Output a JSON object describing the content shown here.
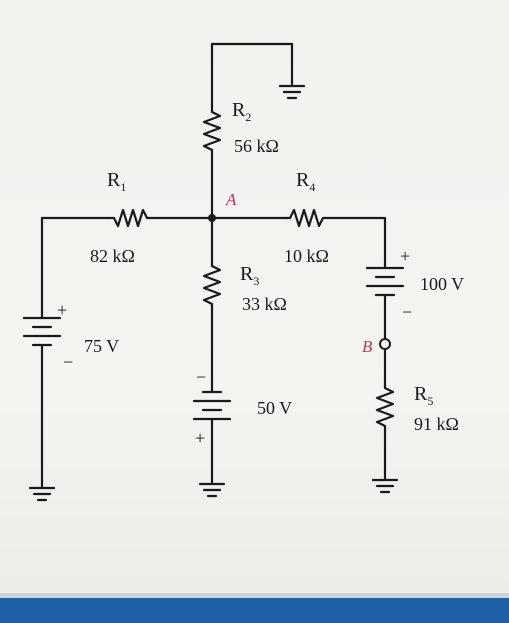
{
  "components": {
    "r1": {
      "name": "R",
      "sub": "1",
      "value": "82 kΩ"
    },
    "r2": {
      "name": "R",
      "sub": "2",
      "value": "56 kΩ"
    },
    "r3": {
      "name": "R",
      "sub": "3",
      "value": "33 kΩ"
    },
    "r4": {
      "name": "R",
      "sub": "4",
      "value": "10 kΩ"
    },
    "r5": {
      "name": "R",
      "sub": "5",
      "value": "91 kΩ"
    },
    "v1": {
      "value": "75 V",
      "plus": "+",
      "minus": "−"
    },
    "v2": {
      "value": "50 V",
      "plus": "+",
      "minus": "−"
    },
    "v3": {
      "value": "100 V",
      "plus": "+",
      "minus": "−"
    }
  },
  "nodes": {
    "a": "A",
    "b": "B"
  },
  "colors": {
    "node_label": "#c0334f",
    "wire": "#1a1a1a"
  }
}
